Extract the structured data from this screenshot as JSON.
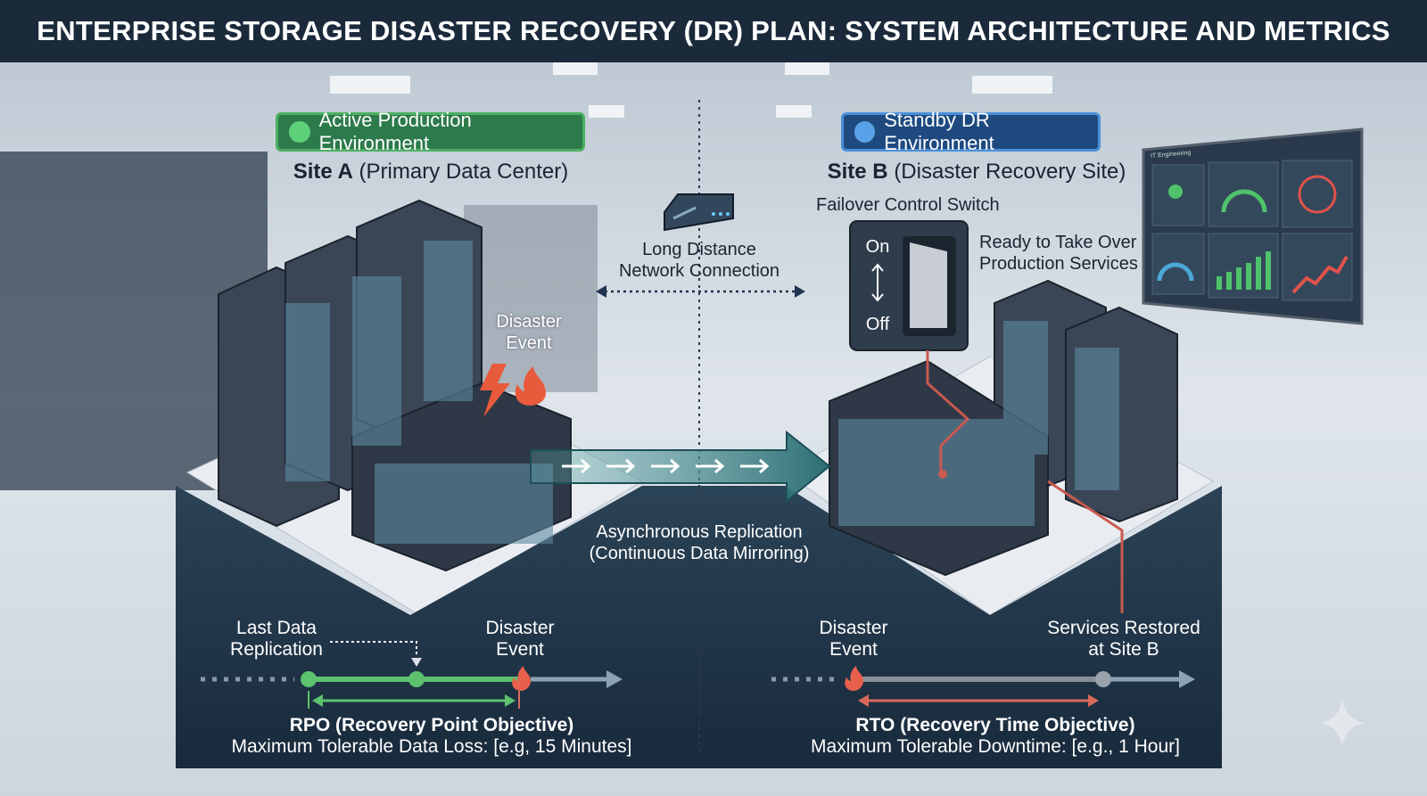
{
  "title": "ENTERPRISE STORAGE DISASTER RECOVERY (DR) PLAN: SYSTEM ARCHITECTURE AND METRICS",
  "site_a": {
    "badge": "Active Production Environment",
    "name_bold": "Site A",
    "name_rest": "(Primary Data Center)",
    "disaster_line1": "Disaster",
    "disaster_line2": "Event",
    "badge_color": "#4caf63"
  },
  "site_b": {
    "badge": "Standby DR Environment",
    "name_bold": "Site B",
    "name_rest": "(Disaster Recovery Site)",
    "switch_title": "Failover Control Switch",
    "switch_on": "On",
    "switch_off": "Off",
    "ready_line1": "Ready to Take Over",
    "ready_line2": "Production Services",
    "badge_color": "#4a90d9",
    "dashboard_title": "IT Engineering"
  },
  "network": {
    "line1": "Long Distance",
    "line2": "Network Connection"
  },
  "replication": {
    "line1": "Asynchronous Replication",
    "line2": "(Continuous Data Mirroring)"
  },
  "rpo": {
    "label1_line1": "Last Data",
    "label1_line2": "Replication",
    "label2_line1": "Disaster",
    "label2_line2": "Event",
    "title": "RPO (Recovery Point Objective)",
    "subtitle": "Maximum Tolerable Data Loss: [e.g, 15 Minutes]"
  },
  "rto": {
    "label1_line1": "Disaster",
    "label1_line2": "Event",
    "label2_line1": "Services Restored",
    "label2_line2": "at Site B",
    "title": "RTO (Recovery Time Objective)",
    "subtitle": "Maximum Tolerable Downtime: [e.g., 1 Hour]"
  },
  "icons": [
    "lightning-icon",
    "fire-icon",
    "network-device-icon",
    "toggle-switch-icon",
    "server-rack-icon",
    "sparkle-icon"
  ]
}
